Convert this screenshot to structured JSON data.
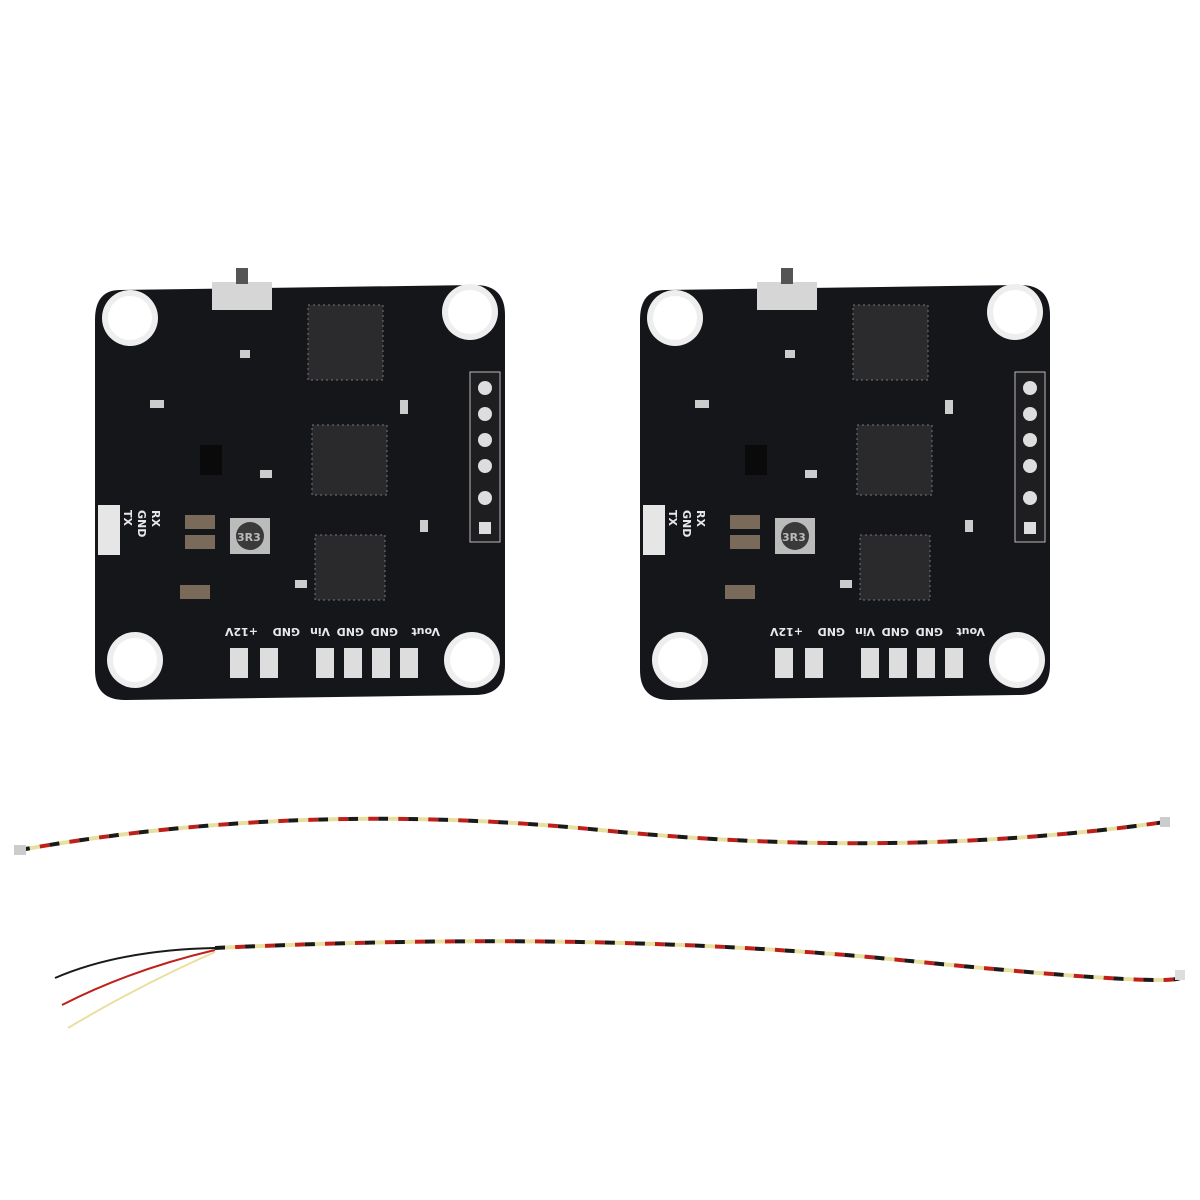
{
  "boards": [
    {
      "uart_labels": [
        "RX",
        "GND",
        "TX"
      ],
      "power_labels": [
        "+12V",
        "GND"
      ],
      "pad_labels": [
        "Vin",
        "GND",
        "GND",
        "Vout"
      ],
      "inductor_marking": "3R3"
    },
    {
      "uart_labels": [
        "RX",
        "GND",
        "TX"
      ],
      "power_labels": [
        "+12V",
        "GND"
      ],
      "pad_labels": [
        "Vin",
        "GND",
        "GND",
        "Vout"
      ],
      "inductor_marking": "3R3"
    }
  ],
  "colors": {
    "pcb": "#15161a",
    "pad": "#d8d8d8",
    "wire_red": "#c0201a",
    "wire_black": "#1a1a1a",
    "wire_yellow": "#e8e0a0"
  }
}
